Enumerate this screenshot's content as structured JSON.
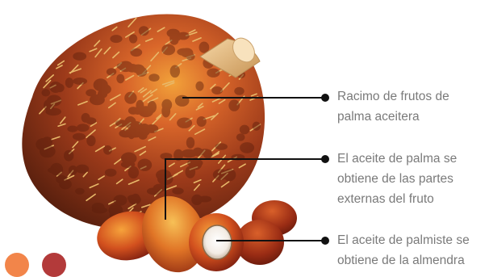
{
  "labels": {
    "bunch": [
      "Racimo de frutos de",
      "palma aceitera"
    ],
    "palm_oil": [
      "El aceite de palma se",
      "obtiene de las partes",
      "externas del fruto"
    ],
    "kernel_oil": [
      "El aceite de palmiste se",
      "obtiene de la almendra"
    ]
  },
  "colors": {
    "dot_orange": "#f2854a",
    "dot_red": "#b33a3a",
    "leader": "#111111",
    "text": "#7a7a7a"
  }
}
